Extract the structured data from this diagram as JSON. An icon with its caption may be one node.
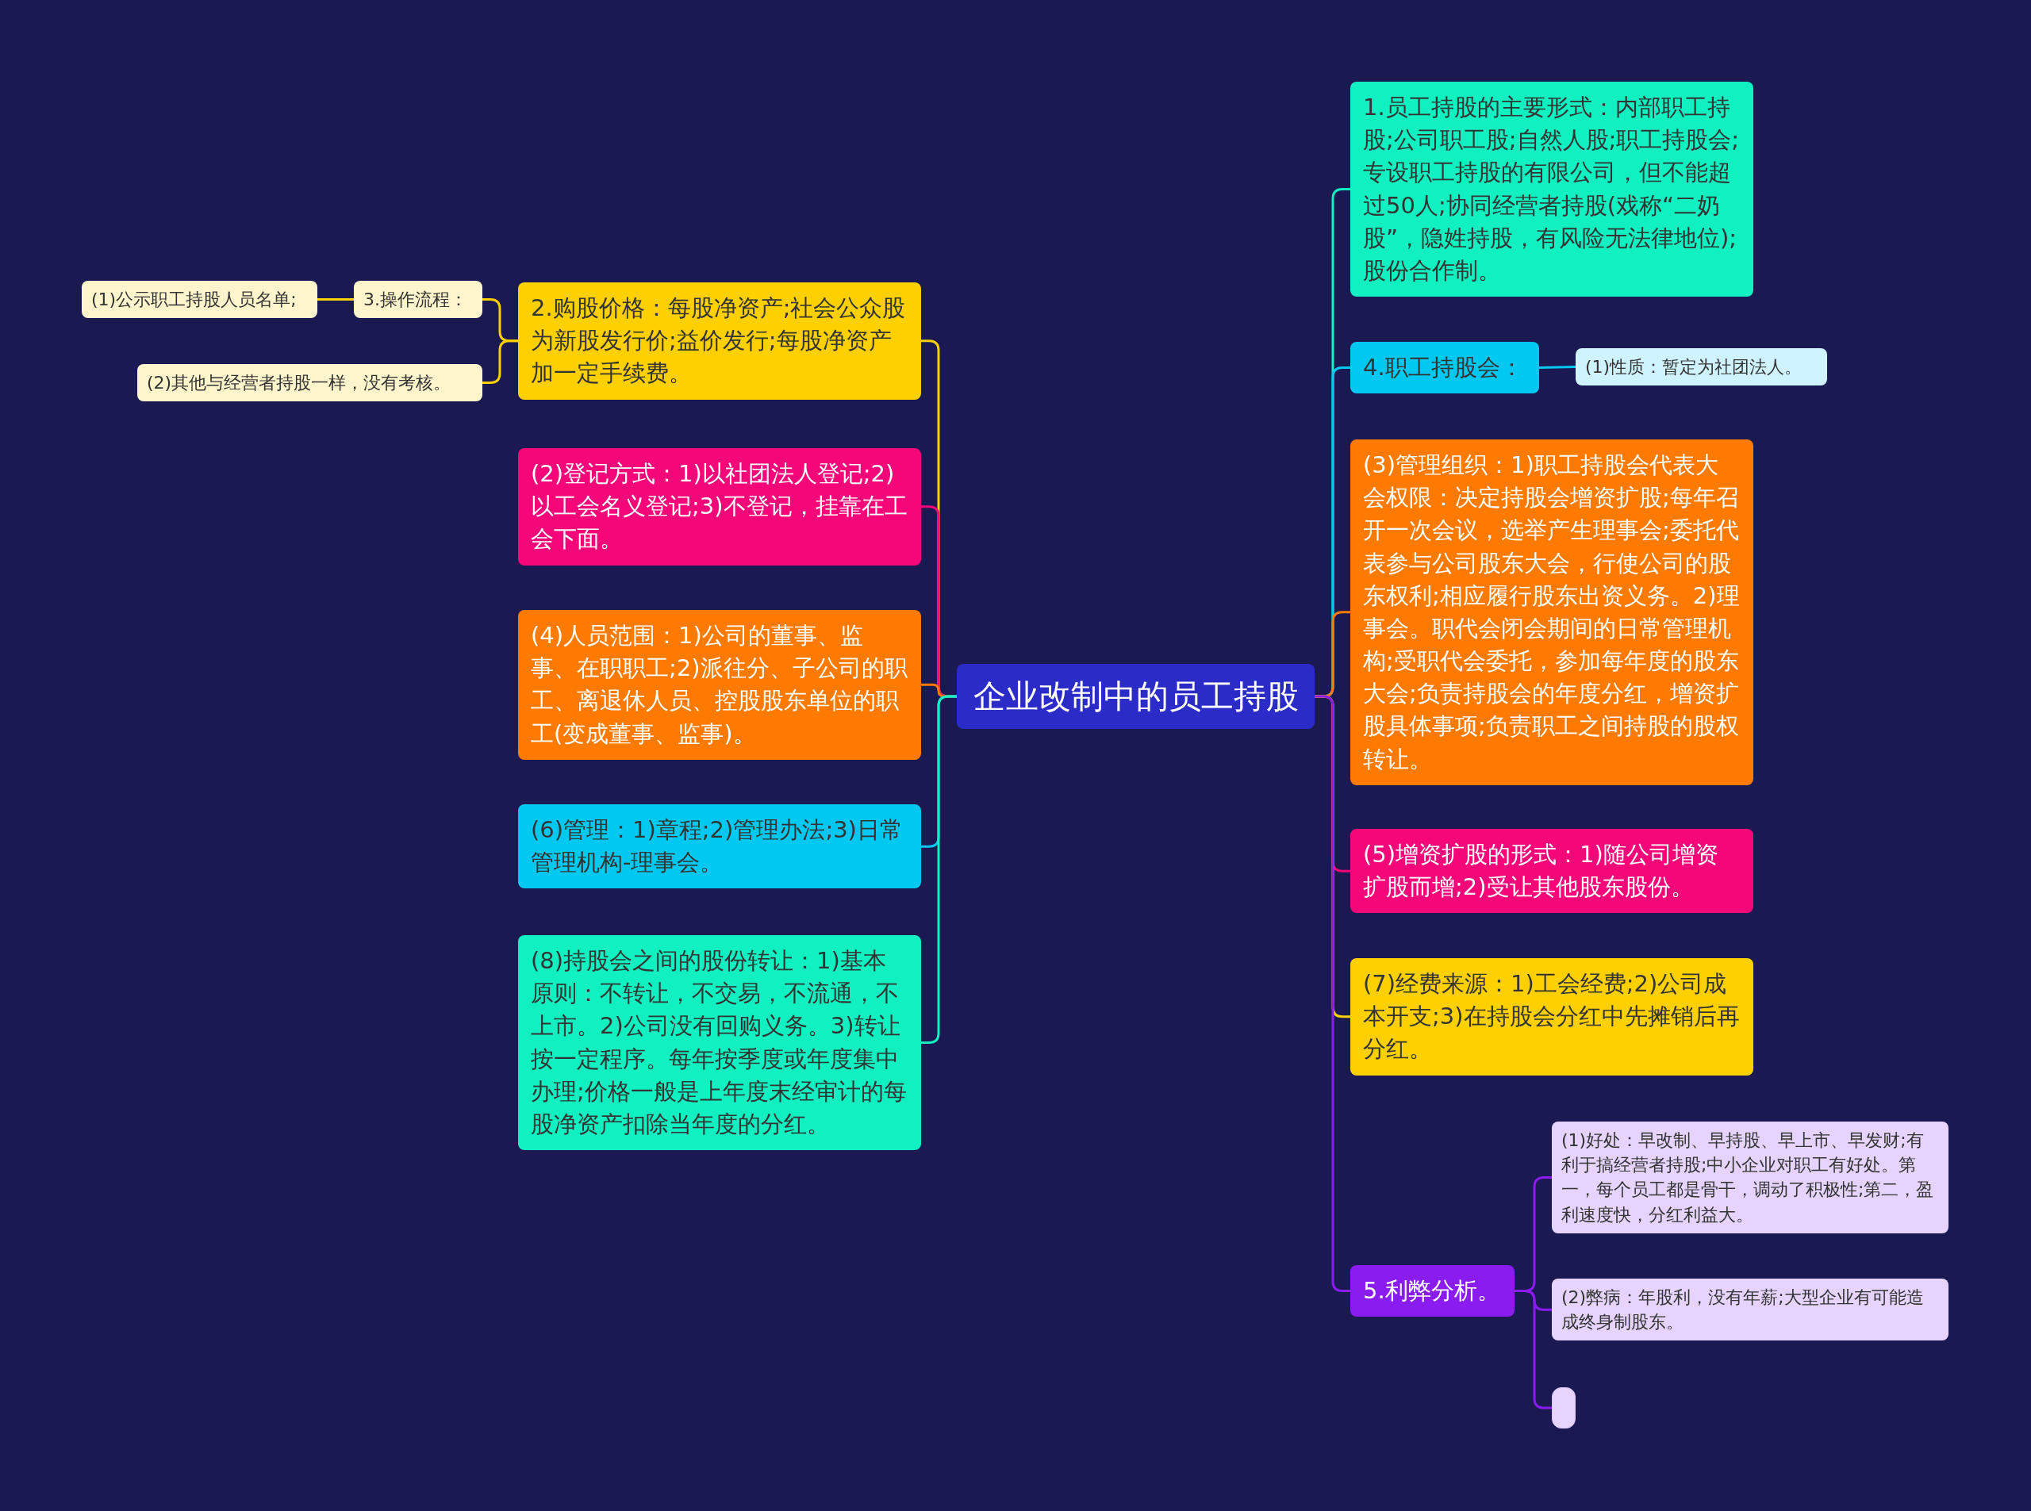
{
  "diagram": {
    "nodes": [
      {
        "text": [
          "企业改制中的员工持股"
        ]
      },
      {
        "text": [
          "2.购股价格：每股净资产;社会公众股为新股发行价;益价发行;每股净资产加一定手续费。"
        ]
      },
      {
        "text": [
          "3.操作流程："
        ]
      },
      {
        "text": [
          "(1)公示职工持股人员名单;"
        ]
      },
      {
        "text": [
          "(2)其他与经营者持股一样，没有考核。"
        ]
      },
      {
        "text": [
          "(2)登记方式：1)以社团法人登记;2)以工会名义登记;3)不登记，挂靠在工会下面。"
        ]
      },
      {
        "text": [
          "(4)人员范围：1)公司的董事、监事、在职职工;2)派往分、子公司的职工、离退休人员、控股股东单位的职工(变成董事、监事)。"
        ]
      },
      {
        "text": [
          "(6)管理：1)章程;2)管理办法;3)日常管理机构-理事会。"
        ]
      },
      {
        "text": [
          "(8)持股会之间的股份转让：1)基本原则：不转让，不交易，不流通，不上市。2)公司没有回购义务。3)转让按一定程序。每年按季度或年度集中办理;价格一般是上年度末经审计的每股净资产扣除当年度的分红。"
        ]
      },
      {
        "text": [
          "1.员工持股的主要形式：内部职工持股;公司职工股;自然人股;职工持股会;专设职工持股的有限公司，但不能超过50人;协同经营者持股(戏称“二奶股”，隐姓持股，有风险无法律地位);股份合作制。"
        ]
      },
      {
        "text": [
          "4.职工持股会："
        ]
      },
      {
        "text": [
          "(1)性质：暂定为社团法人。"
        ]
      },
      {
        "text": [
          "(3)管理组织：1)职工持股会代表大会权限：决定持股会增资扩股;每年召开一次会议，选举产生理事会;委托代表参与公司股东大会，行使公司的股东权利;相应履行股东出资义务。2)理事会。职代会闭会期间的日常管理机构;受职代会委托，参加每年度的股东大会;负责持股会的年度分红，增资扩股具体事项;负责职工之间持股的股权转让。"
        ]
      },
      {
        "text": [
          "(5)增资扩股的形式：1)随公司增资扩股而增;2)受让其他股东股份。"
        ]
      },
      {
        "text": [
          "(7)经费来源：1)工会经费;2)公司成本开支;3)在持股会分红中先摊销后再分红。"
        ]
      },
      {
        "text": [
          "5.利弊分析。"
        ]
      },
      {
        "text": [
          "(1)好处：早改制、早持股、早上市、早发财;有利于搞经营者持股;中小企业对职工有好处。第一，每个员工都是骨干，调动了积极性;第二，盈利速度快，分红利益大。"
        ]
      },
      {
        "text": [
          "(2)弊病：年股利，没有年薪;大型企业有可能造成终身制股东。"
        ]
      },
      {
        "text": [],
        "shape": "box"
      }
    ],
    "edges": [
      {
        "from": 0,
        "to": 1,
        "arrow": "none",
        "color": "#ffd000"
      },
      {
        "from": 1,
        "to": 2,
        "arrow": "none",
        "color": "#ffd000"
      },
      {
        "from": 2,
        "to": 3,
        "arrow": "none",
        "color": "#ffd000"
      },
      {
        "from": 1,
        "to": 4,
        "arrow": "none",
        "color": "#ffd000"
      },
      {
        "from": 0,
        "to": 5,
        "arrow": "none",
        "color": "#f5077a"
      },
      {
        "from": 0,
        "to": 6,
        "arrow": "none",
        "color": "#ff7a00"
      },
      {
        "from": 0,
        "to": 7,
        "arrow": "none",
        "color": "#00c8f0"
      },
      {
        "from": 0,
        "to": 8,
        "arrow": "none",
        "color": "#10f0c0"
      },
      {
        "from": 0,
        "to": 9,
        "arrow": "none",
        "color": "#10f0c0"
      },
      {
        "from": 0,
        "to": 10,
        "arrow": "none",
        "color": "#00c8f0"
      },
      {
        "from": 10,
        "to": 11,
        "arrow": "none",
        "color": "#00c8f0"
      },
      {
        "from": 0,
        "to": 12,
        "arrow": "none",
        "color": "#ff7a00"
      },
      {
        "from": 0,
        "to": 13,
        "arrow": "none",
        "color": "#f5077a"
      },
      {
        "from": 0,
        "to": 14,
        "arrow": "none",
        "color": "#ffd000"
      },
      {
        "from": 0,
        "to": 15,
        "arrow": "none",
        "color": "#8a1cf0"
      },
      {
        "from": 15,
        "to": 16,
        "arrow": "none",
        "color": "#8a1cf0"
      },
      {
        "from": 15,
        "to": 17,
        "arrow": "none",
        "color": "#8a1cf0"
      },
      {
        "from": 15,
        "to": 18,
        "arrow": "none",
        "color": "#8a1cf0"
      }
    ]
  }
}
